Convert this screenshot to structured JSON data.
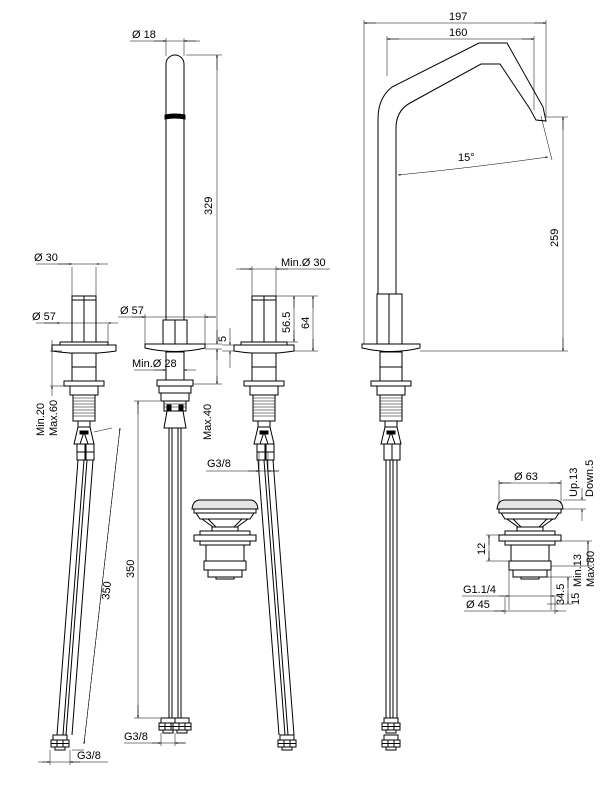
{
  "dimensions": {
    "valve_width": "Ø 30",
    "valve_base": "Ø 57",
    "valve_mount_min": "Min.20",
    "valve_mount_max": "Max.60",
    "hose_left": "350",
    "thread_left": "G3/8",
    "spout_tube": "Ø 18",
    "spout_height": "329",
    "spout_base": "Ø 57",
    "spout_hole": "Min.Ø 28",
    "spout_mount_max": "Max.40",
    "rod_length": "350",
    "thread_mid": "G3/8",
    "base_gap": "5",
    "valve_hole": "Min.Ø 30",
    "handle_height": "56.5",
    "valve_height": "64",
    "thread_right": "G3/8",
    "outer_reach": "197",
    "inner_reach": "160",
    "tilt": "15°",
    "side_height": "259",
    "cap_dia": "Ø 63",
    "cap_up": "Up.13",
    "cap_down": "Down.5",
    "waste_12": "12",
    "waste_min": "Min.13",
    "waste_max": "Max.80",
    "waste_thread": "G1.1/4",
    "waste_345": "34.5",
    "waste_dia": "Ø 45",
    "waste_15": "15"
  }
}
